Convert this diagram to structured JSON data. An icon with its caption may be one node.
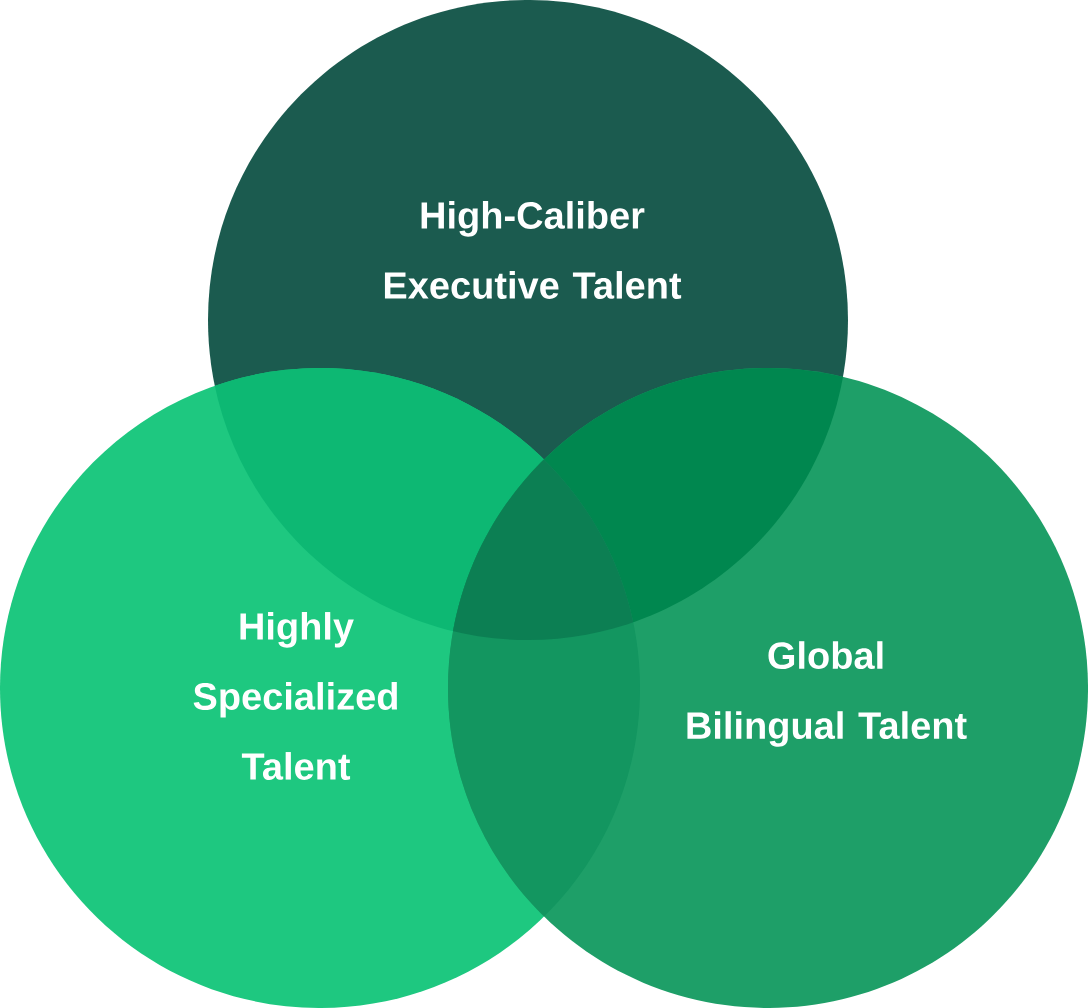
{
  "diagram": {
    "nodes": [
      {
        "text": [
          "High-Caliber Executive Talent"
        ]
      },
      {
        "text": [
          "Highly Specialized Talent"
        ]
      },
      {
        "text": [
          "Global Bilingual Talent"
        ]
      }
    ]
  }
}
